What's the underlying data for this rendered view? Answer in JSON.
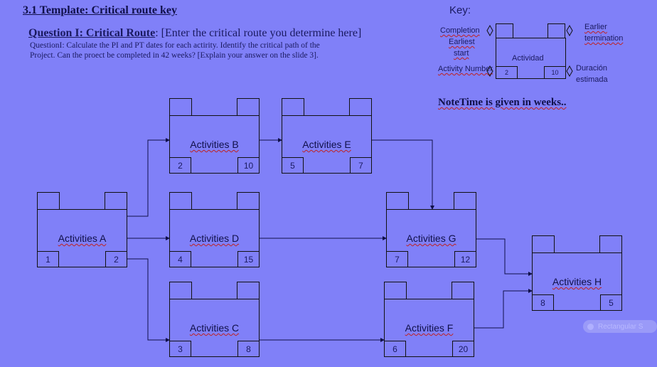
{
  "header": {
    "title": "3.1 Template: Critical route key"
  },
  "question1": {
    "label": "Question I: Critical Route",
    "prompt": ": [Enter the critical route you determine here]",
    "detail_line1": "QuestionI: Calculate the PI and PT dates for each actirity. Identify the critical path of the",
    "detail_line2": "Project. Can the proect be completed in 42 weeks? [Explain your answer on the slide 3]."
  },
  "key": {
    "title": "Key:",
    "completion": "Completion",
    "earliest": "Earliest",
    "start": "start",
    "earlier": "Earlier",
    "termination": "termination",
    "actividad": "Actividad",
    "activity_number_label": "Activity Number",
    "activity_number": "2",
    "duration_value": "10",
    "duracion": "Duración",
    "estimada": "estimada"
  },
  "note": "NoteTime is given in weeks..",
  "nodes": [
    {
      "id": "A",
      "label": "Activities A",
      "number": "1",
      "duration": "2"
    },
    {
      "id": "B",
      "label": "Activities B",
      "number": "2",
      "duration": "10"
    },
    {
      "id": "C",
      "label": "Activities C",
      "number": "3",
      "duration": "8"
    },
    {
      "id": "D",
      "label": "Activities D",
      "number": "4",
      "duration": "15"
    },
    {
      "id": "E",
      "label": "Activities E",
      "number": "5",
      "duration": "7"
    },
    {
      "id": "F",
      "label": "Activities F",
      "number": "6",
      "duration": "20"
    },
    {
      "id": "G",
      "label": "Activities G",
      "number": "7",
      "duration": "12"
    },
    {
      "id": "H",
      "label": "Activities H",
      "number": "8",
      "duration": "5"
    }
  ],
  "edges": [
    {
      "from": "A",
      "to": "B"
    },
    {
      "from": "A",
      "to": "D"
    },
    {
      "from": "A",
      "to": "C"
    },
    {
      "from": "B",
      "to": "E"
    },
    {
      "from": "E",
      "to": "G"
    },
    {
      "from": "D",
      "to": "G"
    },
    {
      "from": "C",
      "to": "F"
    },
    {
      "from": "G",
      "to": "H"
    },
    {
      "from": "F",
      "to": "H"
    }
  ],
  "watermark": "Rectangular S"
}
